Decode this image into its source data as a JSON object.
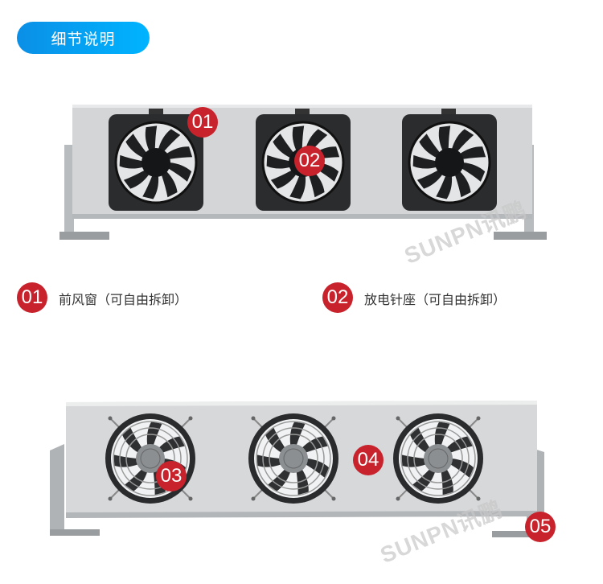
{
  "header": {
    "title": "细节说明",
    "color_from": "#0a8fe6",
    "color_to": "#00b4ff"
  },
  "markers": [
    "01",
    "02",
    "03",
    "04",
    "05"
  ],
  "marker_color": "#c8232c",
  "captions": [
    {
      "num": "01",
      "text": "前风窗（可自由拆卸）"
    },
    {
      "num": "02",
      "text": "放电针座（可自由拆卸）"
    }
  ],
  "watermark": "SUNPN讯鹏"
}
